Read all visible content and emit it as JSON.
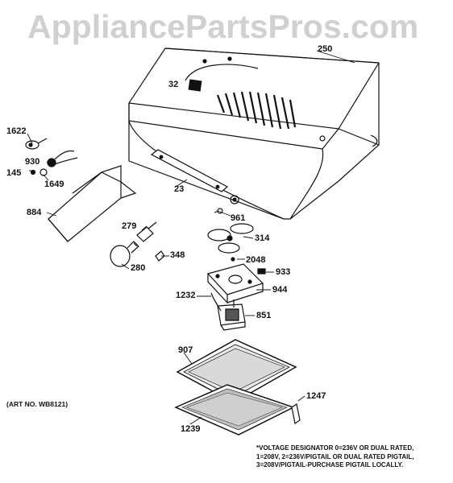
{
  "watermark": "AppliancePartsPros.com",
  "art_number": "(ART NO. WB8121)",
  "note_lines": [
    "*VOLTAGE DESIGNATOR 0=236V OR DUAL RATED,",
    "1=208V, 2=236V/PIGTAIL OR DUAL RATED PIGTAIL,",
    "3=208V/PIGTAIL-PURCHASE PIGTAIL LOCALLY."
  ],
  "parts": [
    {
      "id": "250"
    },
    {
      "id": "32"
    },
    {
      "id": "1622"
    },
    {
      "id": "930"
    },
    {
      "id": "145"
    },
    {
      "id": "1649"
    },
    {
      "id": "23"
    },
    {
      "id": "961"
    },
    {
      "id": "884"
    },
    {
      "id": "279"
    },
    {
      "id": "314"
    },
    {
      "id": "348"
    },
    {
      "id": "280"
    },
    {
      "id": "2048"
    },
    {
      "id": "933"
    },
    {
      "id": "944"
    },
    {
      "id": "1232"
    },
    {
      "id": "851"
    },
    {
      "id": "907"
    },
    {
      "id": "1247"
    },
    {
      "id": "1239"
    }
  ]
}
